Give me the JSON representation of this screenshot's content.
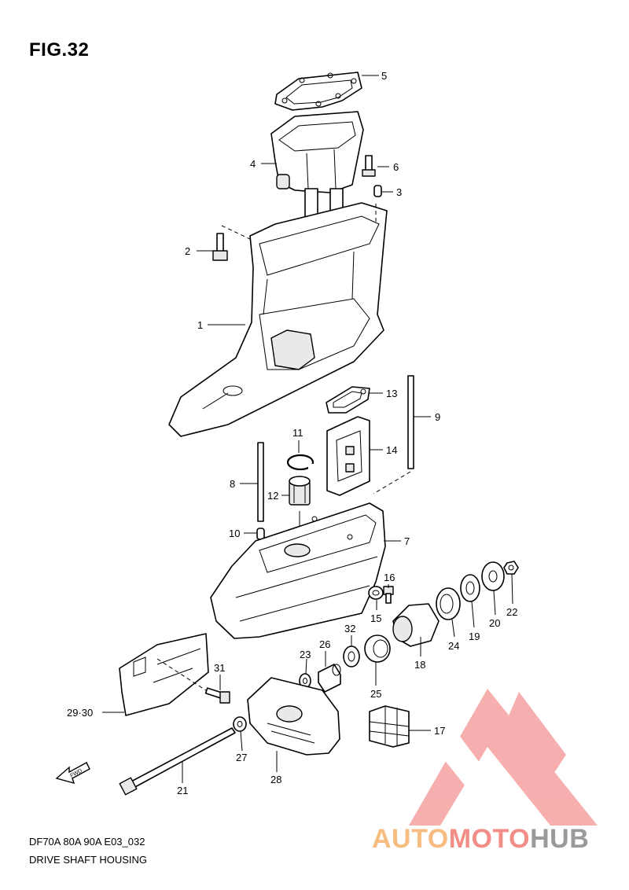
{
  "figure": {
    "title": "FIG.32",
    "model_code": "DF70A 80A 90A E03_032",
    "diagram_title": "DRIVE SHAFT HOUSING",
    "fwd_label": "FWD"
  },
  "callouts": [
    "1",
    "2",
    "3",
    "4",
    "5",
    "6",
    "7",
    "8",
    "9",
    "10",
    "11",
    "12",
    "13",
    "14",
    "15",
    "16",
    "17",
    "18",
    "19",
    "20",
    "21",
    "22",
    "23",
    "24",
    "25",
    "26",
    "27",
    "28",
    "29·30",
    "31",
    "32"
  ],
  "watermark": {
    "part_a": "AUTO",
    "part_b": "MOTO",
    "part_c": "HUB",
    "colors": {
      "auto": "#f7bd80",
      "moto": "#f28e87",
      "hub": "#9a9a9a",
      "logo": "#f6a1a0"
    }
  }
}
